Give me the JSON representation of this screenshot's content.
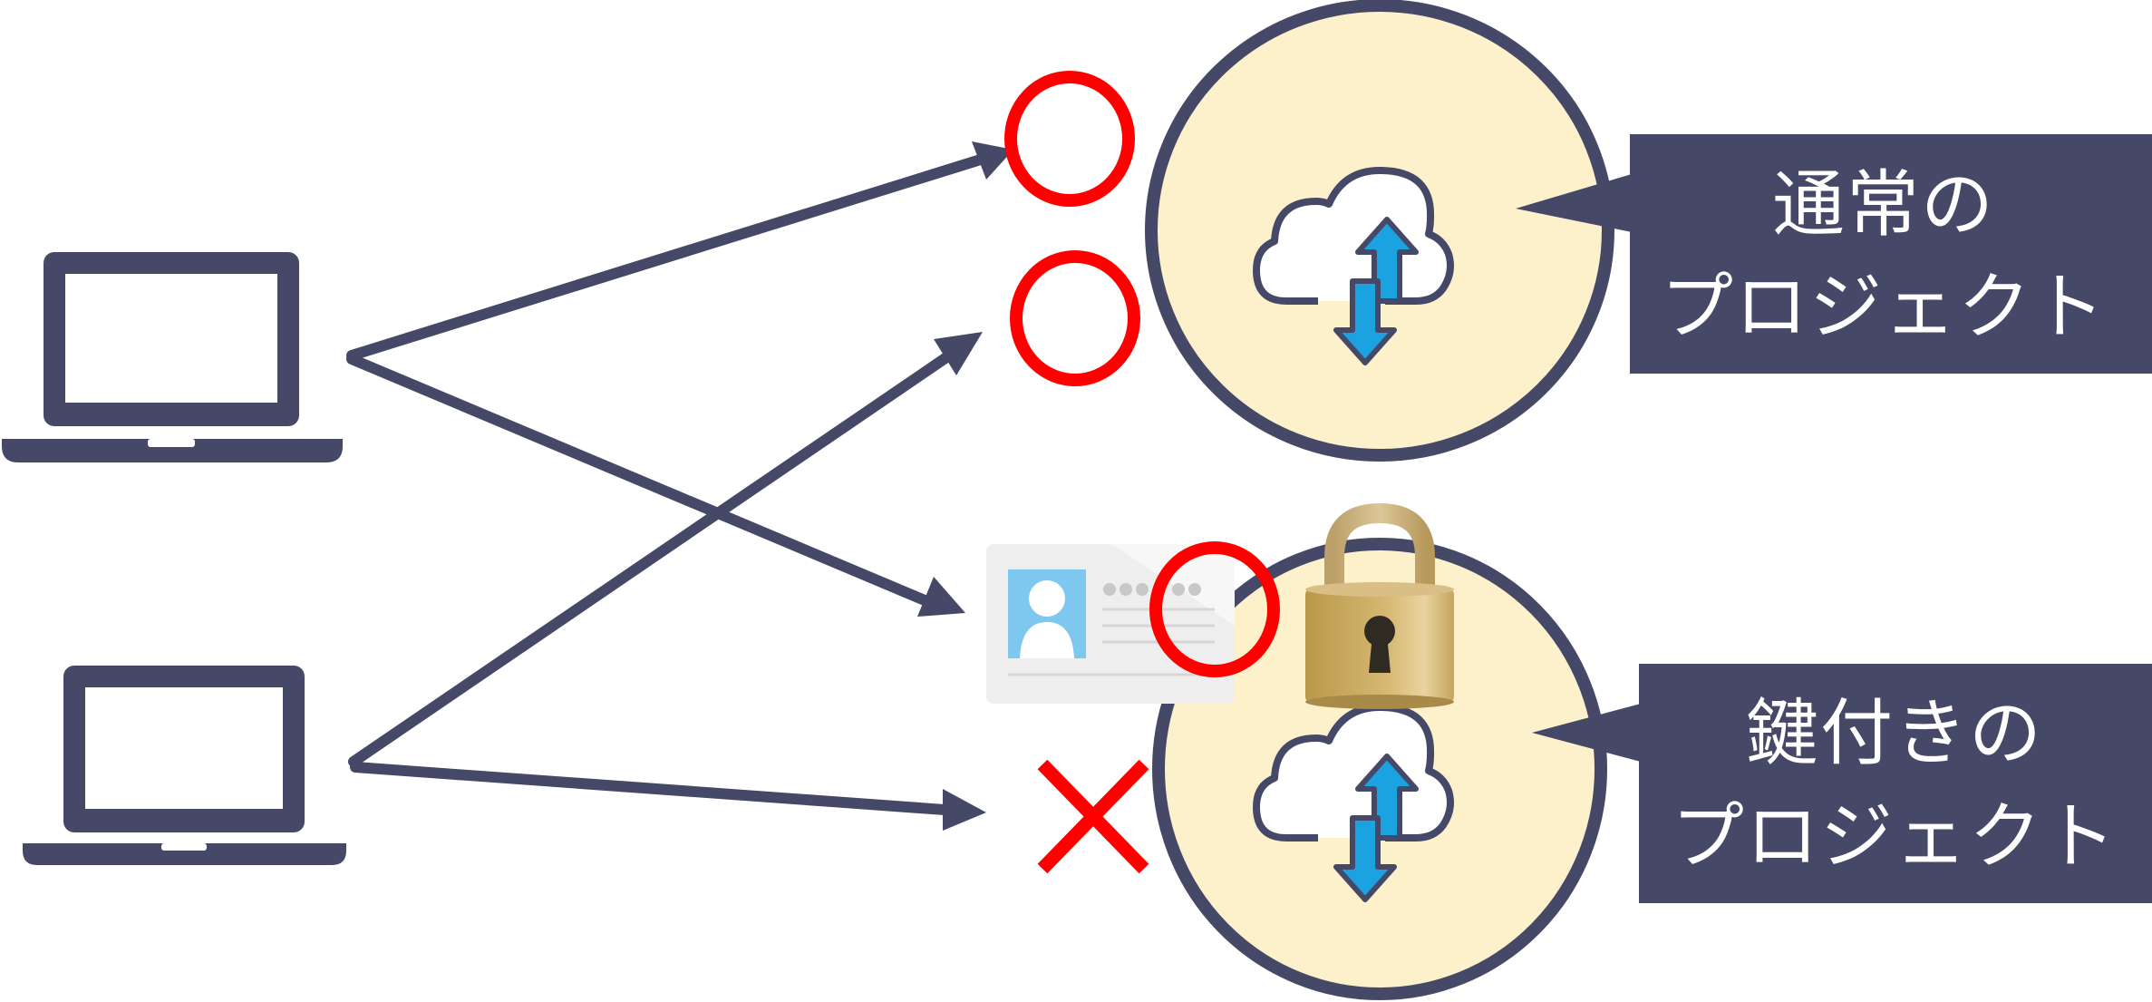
{
  "callouts": {
    "normal_project": {
      "line1": "通常の",
      "line2": "プロジェクト"
    },
    "locked_project": {
      "line1": "鍵付きの",
      "line2": "プロジェクト"
    }
  },
  "access_results": {
    "laptop_top_to_normal": "allowed",
    "laptop_bottom_to_normal": "allowed",
    "laptop_top_to_locked": "allowed",
    "laptop_bottom_to_locked": "denied"
  },
  "icons": {
    "laptop": "laptop-icon",
    "cloud": "cloud-sync-icon",
    "lock": "padlock-icon",
    "id_card": "id-card-icon",
    "allowed": "circle-ok-icon",
    "denied": "cross-x-icon"
  },
  "colors": {
    "navy": "#454866",
    "cream": "#fdf1cc",
    "ok_red": "#ff0000",
    "arrow_blue": "#1aa3e0",
    "gold": "#c9a55a",
    "card_blue": "#7ec8f0"
  }
}
